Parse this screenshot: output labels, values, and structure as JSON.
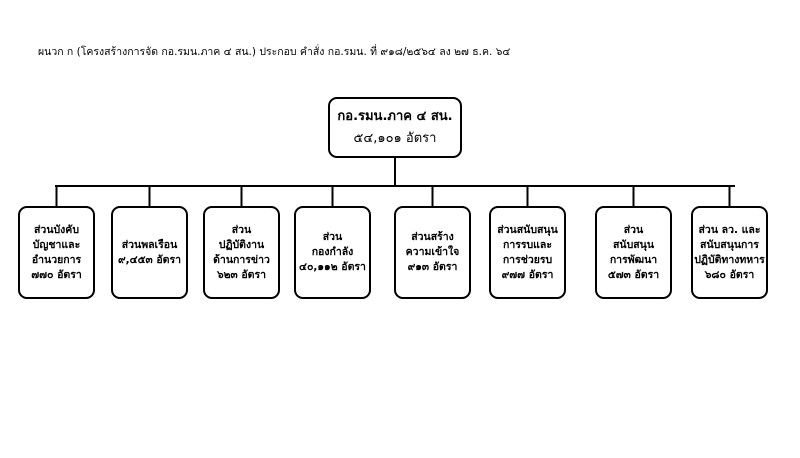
{
  "caption": "ผนวก ก  (โครงสร้างการจัด กอ.รมน.ภาค ๔ สน.) ประกอบ คำสั่ง กอ.รมน. ที่ ๙๑๘/๒๕๖๔ ลง  ๒๗  ธ.ค. ๖๔",
  "root": {
    "lines": [
      "กอ.รมน.ภาค ๔ สน.",
      "๕๔,๑๐๑ อัตรา"
    ]
  },
  "units": [
    {
      "lines": [
        "ส่วนบังคับ",
        "บัญชาและ",
        "อำนวยการ",
        "๗๗๐ อัตรา"
      ]
    },
    {
      "lines": [
        "ส่วนพลเรือน",
        "๙,๔๕๓ อัตรา"
      ]
    },
    {
      "lines": [
        "ส่วน",
        "ปฏิบัติงาน",
        "ด้านการข่าว",
        "๖๒๓ อัตรา"
      ]
    },
    {
      "lines": [
        "ส่วน",
        "กองกำลัง",
        "๔๐,๑๑๒ อัตรา"
      ]
    },
    {
      "lines": [
        "ส่วนสร้าง",
        "ความเข้าใจ",
        "๙๑๓ อัตรา"
      ]
    },
    {
      "lines": [
        "ส่วนสนับสนุน",
        "การรบและ",
        "การช่วยรบ",
        "๙๗๗ อัตรา"
      ]
    },
    {
      "lines": [
        "ส่วน",
        "สนับสนุน",
        "การพัฒนา",
        "๕๗๓ อัตรา"
      ]
    },
    {
      "lines": [
        "ส่วน ลว. และ",
        "สนับสนุนการ",
        "ปฏิบัติทางทหาร",
        "๖๘๐ อัตรา"
      ]
    }
  ]
}
